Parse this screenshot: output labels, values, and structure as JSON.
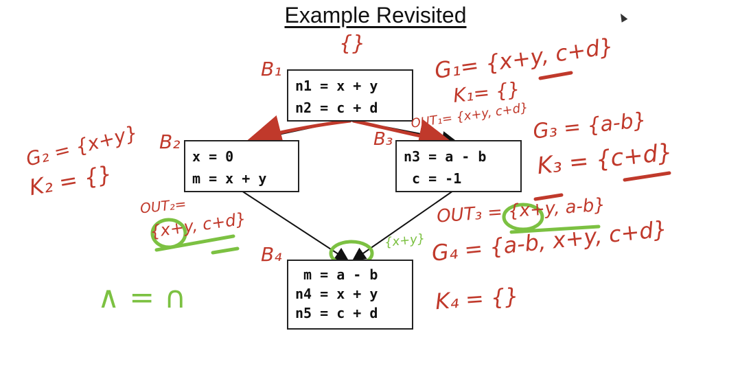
{
  "slide": {
    "title": "Example Revisited"
  },
  "blocks": [
    {
      "id": "B1",
      "label": "B₁",
      "lines": [
        "n1 = x + y",
        "n2 = c + d"
      ]
    },
    {
      "id": "B2",
      "label": "B₂",
      "lines": [
        "x = 0",
        "m = x + y"
      ]
    },
    {
      "id": "B3",
      "label": "B₃",
      "lines": [
        "n3 = a - b",
        "c = -1"
      ]
    },
    {
      "id": "B4",
      "label": "B₄",
      "lines": [
        " m = a - b",
        "n4 = x + y",
        "n5 = c + d"
      ]
    }
  ],
  "annotations": {
    "entry_set": "{}",
    "g1": "G₁= {x+y, c+d}",
    "k1": "K₁= {}",
    "out1": "OUT₁= {x+y, c+d}",
    "g2": "G₂ = {x+y}",
    "k2": "K₂ = {}",
    "g3": "G₃ = {a-b}",
    "k3": "K₃ = {c+d}",
    "out2_label": "OUT₂=",
    "out2_set": "{x+y, c+d}",
    "out3": "OUT₃ = {x+y, a-b}",
    "g4": "G₄ = {a-b, x+y, c+d}",
    "k4": "K₄ = {}",
    "in4": "{x+y}",
    "meet": "∧ = ∩"
  },
  "colors": {
    "annotation_red": "#c0392b",
    "annotation_green": "#7cc142",
    "box_border": "#222222"
  }
}
